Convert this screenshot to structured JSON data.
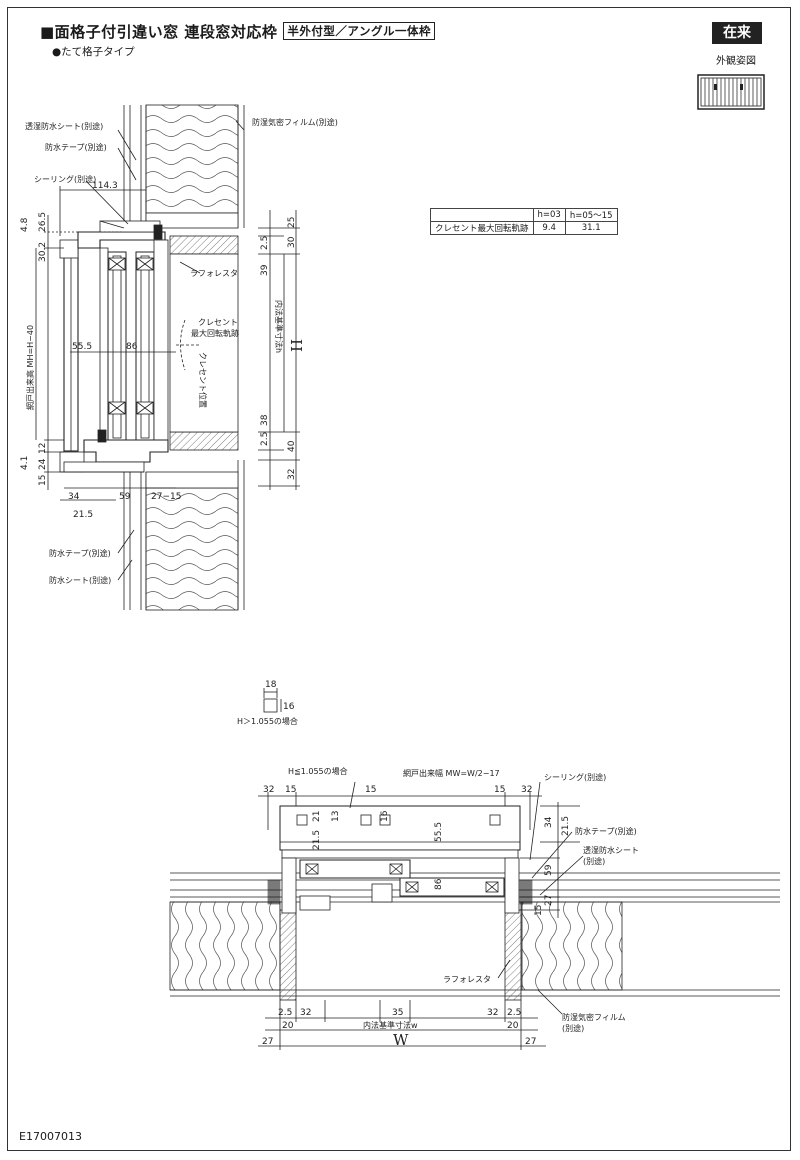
{
  "header": {
    "title": "■面格子付引違い窓 連段窓対応枠",
    "title_box": "半外付型／アングル一体枠",
    "subtitle": "●たて格子タイプ",
    "badge": "在来",
    "exterior_label": "外観姿図"
  },
  "section_notes": {
    "permeable_sheet": "透湿防水シート(別途)",
    "waterproof_tape_top": "防水テープ(別途)",
    "sealing": "シーリング(別途)",
    "airtight_film": "防湿気密フィルム(別途)",
    "lath_forester": "ラフォレスタ",
    "crescent_trace": "クレセント",
    "crescent_trace2": "最大回転軌跡",
    "crescent_pos": "クレセント位置",
    "waterproof_tape_bottom": "防水テープ(別途)",
    "waterproof_sheet": "防水シート(別途)",
    "screen_height": "網戸出来高 MH=H−40",
    "inner_std_h": "内法基準寸法h",
    "H": "H"
  },
  "section_dims": {
    "d114_3": "114.3",
    "d4_8": "4.8",
    "d26_5": "26.5",
    "d30_2": "30.2",
    "d25": "25",
    "d2_5a": "2.5",
    "d30": "30",
    "d39": "39",
    "d55_5": "55.5",
    "d86": "86",
    "d38": "38",
    "d2_5b": "2.5",
    "d40": "40",
    "d12": "12",
    "d24": "24",
    "d4_1": "4.1",
    "d15": "15",
    "d32": "32",
    "d34": "34",
    "d59": "59",
    "d27_15": "27−15",
    "d21_5": "21.5"
  },
  "crescent_table": {
    "h1": "h=03",
    "h2": "h=05〜15",
    "row_label": "クレセント最大回転軌跡",
    "v1": "9.4",
    "v2": "31.1"
  },
  "detail": {
    "d18": "18",
    "d16": "16",
    "caption": "H＞1.055の場合"
  },
  "plan_notes": {
    "h_case": "H≦1.055の場合",
    "screen_width": "網戸出来幅 MW=W/2−17",
    "sealing": "シーリング(別途)",
    "waterproof_tape": "防水テープ(別途)",
    "permeable_sheet": "透湿防水シート",
    "permeable_sheet2": "(別途)",
    "lath_forester": "ラフォレスタ",
    "airtight_film": "防湿気密フィルム",
    "airtight_film2": "(別途)",
    "inner_std_w": "内法基準寸法w",
    "W": "W"
  },
  "plan_dims": {
    "d32a": "32",
    "d15a": "15",
    "d15b": "15",
    "d15c": "15",
    "d32b": "32",
    "d21": "21",
    "d13": "13",
    "d16": "16",
    "d55_5": "55.5",
    "d21_5a": "21.5",
    "d34": "34",
    "d21_5b": "21.5",
    "d86": "86",
    "d59": "59",
    "d27": "27",
    "d15d": "15",
    "d2_5a": "2.5",
    "d32c": "32",
    "d35": "35",
    "d32d": "32",
    "d2_5b": "2.5",
    "d20a": "20",
    "d20b": "20",
    "d27a": "27",
    "d27b": "27"
  },
  "footer": {
    "doc_id": "E17007013"
  }
}
